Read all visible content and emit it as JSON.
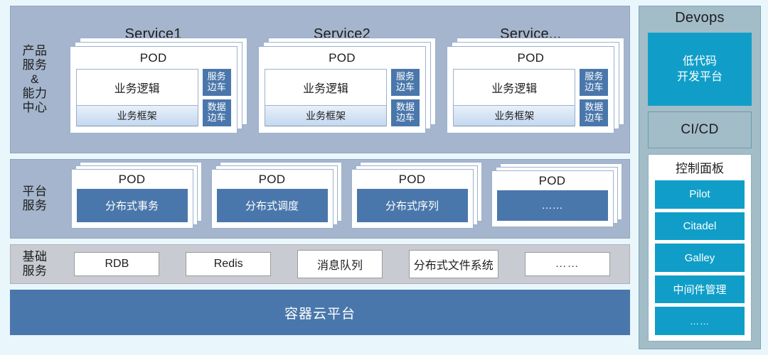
{
  "bands": {
    "apps": {
      "label_lines": [
        "产品",
        "服务",
        "&",
        "能力",
        "中心"
      ],
      "services": [
        {
          "title": "Service1",
          "pod_title": "POD",
          "biz_logic": "业务逻辑",
          "biz_frame": "业务框架",
          "sidecars": [
            {
              "line1": "服务",
              "line2": "边车"
            },
            {
              "line1": "数据",
              "line2": "边车"
            }
          ]
        },
        {
          "title": "Service2",
          "pod_title": "POD",
          "biz_logic": "业务逻辑",
          "biz_frame": "业务框架",
          "sidecars": [
            {
              "line1": "服务",
              "line2": "边车"
            },
            {
              "line1": "数据",
              "line2": "边车"
            }
          ]
        },
        {
          "title": "Service...",
          "pod_title": "POD",
          "biz_logic": "业务逻辑",
          "biz_frame": "业务框架",
          "sidecars": [
            {
              "line1": "服务",
              "line2": "边车"
            },
            {
              "line1": "数据",
              "line2": "边车"
            }
          ]
        }
      ]
    },
    "platform": {
      "label_lines": [
        "平台",
        "服务"
      ],
      "pods": [
        {
          "pod_title": "POD",
          "name": "分布式事务"
        },
        {
          "pod_title": "POD",
          "name": "分布式调度"
        },
        {
          "pod_title": "POD",
          "name": "分布式序列"
        },
        {
          "pod_title": "POD",
          "name": "……"
        }
      ]
    },
    "infra": {
      "label_lines": [
        "基础",
        "服务"
      ],
      "items": [
        "RDB",
        "Redis",
        "消息队列",
        "分布式文件系统",
        "……"
      ]
    },
    "cloud": {
      "label": "容器云平台"
    }
  },
  "devops": {
    "title": "Devops",
    "lowcode_line1": "低代码",
    "lowcode_line2": "开发平台",
    "cicd": "CI/CD",
    "panel_title": "控制面板",
    "panel_items": [
      "Pilot",
      "Citadel",
      "Galley",
      "中间件管理",
      "……"
    ]
  },
  "colors": {
    "page_background": "#e9f6fb",
    "band_blue_gray": "#a5b5cd",
    "band_gray": "#c8cbd2",
    "accent_dark_blue": "#4a77ab",
    "accent_cyan": "#109ec8",
    "devops_background": "#a2bcc8",
    "card_white": "#ffffff",
    "border_blue": "#9bb2cd"
  }
}
